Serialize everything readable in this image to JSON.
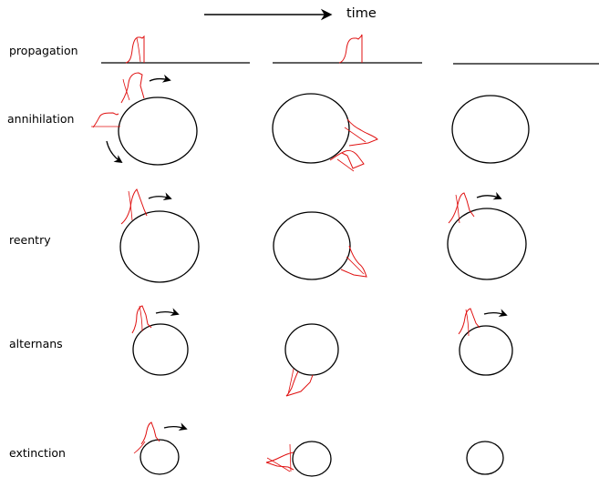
{
  "header": {
    "time_label": "time"
  },
  "rows": [
    {
      "label": "propagation"
    },
    {
      "label": "annihilation"
    },
    {
      "label": "reentry"
    },
    {
      "label": "alternans"
    },
    {
      "label": "extinction"
    }
  ],
  "colors": {
    "line": "#000000",
    "pulse": "#e01010"
  }
}
